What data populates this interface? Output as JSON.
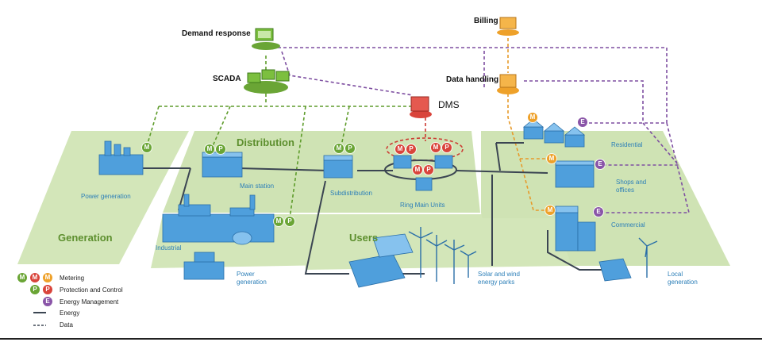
{
  "labels": {
    "demand_response": "Demand response",
    "scada": "SCADA",
    "billing": "Billing",
    "data_handling": "Data handling",
    "dms": "DMS",
    "distribution": "Distribution",
    "generation": "Generation",
    "users": "Users",
    "power_generation_top": "Power generation",
    "main_station": "Main station",
    "subdistribution": "Subdistribution",
    "ring_main_units": "Ring Main Units",
    "industrial": "Industrial",
    "power_generation_bottom": "Power\ngeneration",
    "solar_wind": "Solar and wind\nenergy parks",
    "residential": "Residential",
    "shops_offices": "Shops and\noffices",
    "commercial": "Commercial",
    "local_generation": "Local\ngeneration"
  },
  "legend": {
    "metering": "Metering",
    "protection": "Protection and Control",
    "energy_mgmt": "Energy Management",
    "energy": "Energy",
    "data": "Data"
  },
  "badge_letters": {
    "m": "M",
    "p": "P",
    "e": "E"
  },
  "colors": {
    "ground": "#cfe3b4",
    "zone_text": "#5d8f2e",
    "building": "#4f9fdc",
    "metering_green": "#6aa535",
    "metering_red": "#d9443b",
    "metering_orange": "#eea12a",
    "energy_mgmt": "#8a55a8",
    "data_green": "#5e9c2b",
    "data_purple": "#7e4fa1",
    "data_orange": "#e79a2a",
    "data_red": "#cc3b33",
    "energy_line": "#3b4552"
  }
}
